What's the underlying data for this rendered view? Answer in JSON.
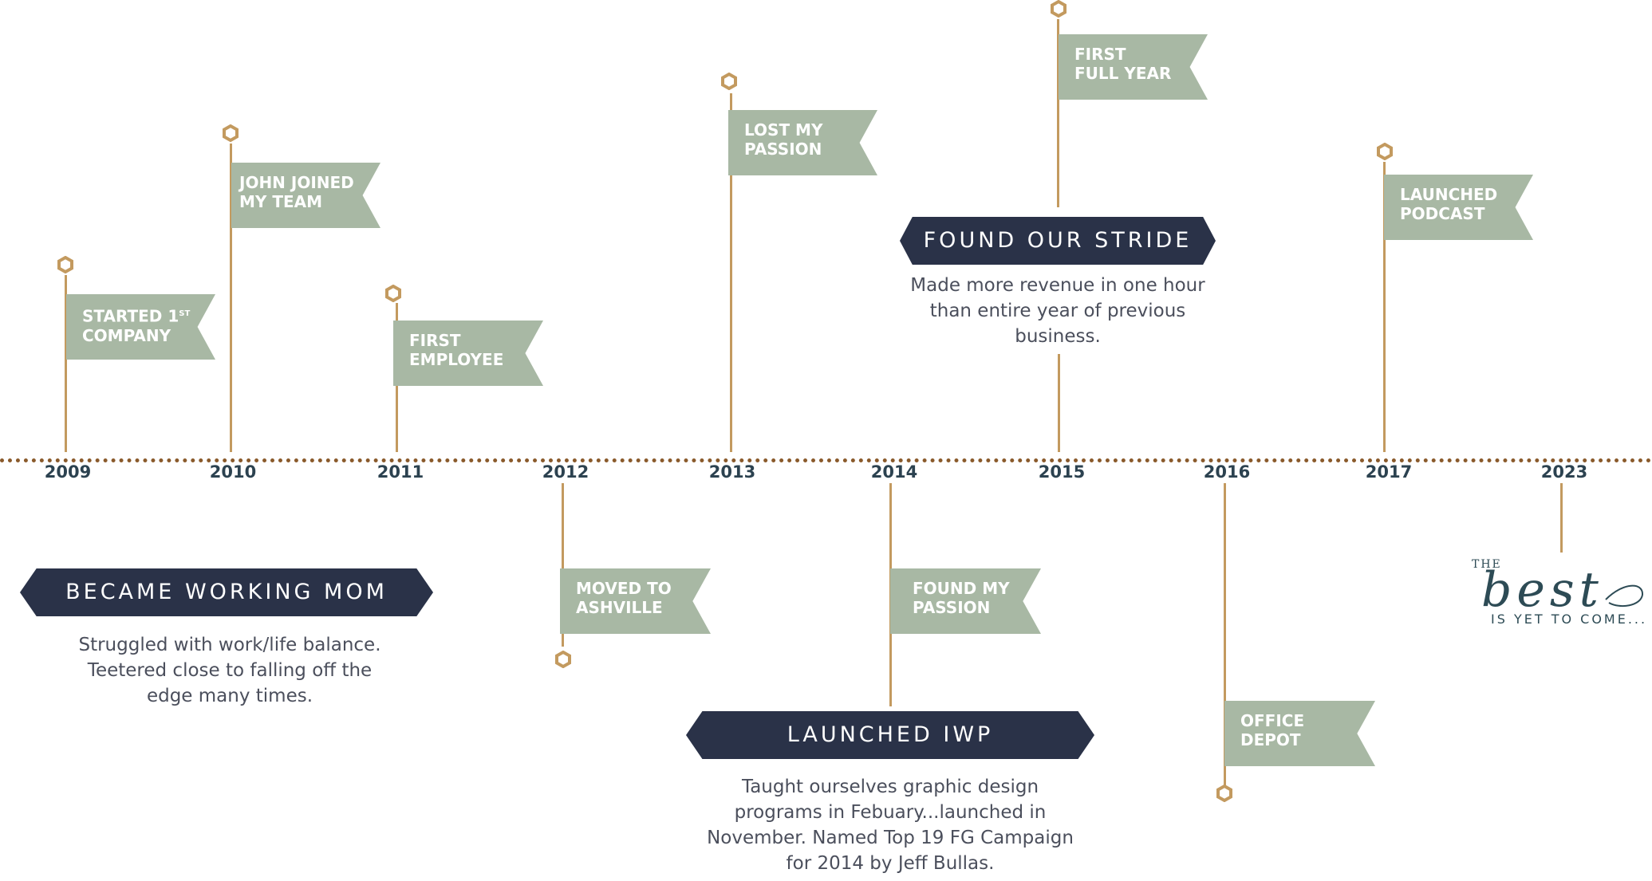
{
  "years": {
    "y2009": "2009",
    "y2010": "2010",
    "y2011": "2011",
    "y2012": "2012",
    "y2013": "2013",
    "y2014": "2014",
    "y2015": "2015",
    "y2016": "2016",
    "y2017": "2017",
    "y2023": "2023"
  },
  "flags": {
    "started_line1": "STARTED 1",
    "started_sup": "ST",
    "started_line2": "COMPANY",
    "john_line1": "JOHN JOINED",
    "john_line2": "MY TEAM",
    "first_emp_line1": "FIRST",
    "first_emp_line2": "EMPLOYEE",
    "lost_line1": "LOST MY",
    "lost_line2": "PASSION",
    "full_year_line1": "FIRST",
    "full_year_line2": "FULL YEAR",
    "podcast_line1": "LAUNCHED",
    "podcast_line2": "PODCAST",
    "moved_line1": "MOVED TO",
    "moved_line2": "ASHVILLE",
    "found_passion_line1": "FOUND MY",
    "found_passion_line2": "PASSION",
    "office_line1": "OFFICE",
    "office_line2": "DEPOT"
  },
  "banners": {
    "stride": "FOUND OUR STRIDE",
    "mom": "BECAME WORKING MOM",
    "iwp": "LAUNCHED IWP"
  },
  "descriptions": {
    "stride": [
      "Made more revenue in one hour",
      "than entire year of previous",
      "business."
    ],
    "mom": [
      "Struggled with work/life balance.",
      "Teetered close to falling off the",
      "edge many times."
    ],
    "iwp": [
      "Taught ourselves graphic design",
      "programs in Febuary...launched in",
      "November. Named Top 19 FG Campaign",
      "for 2014 by Jeff Bullas."
    ]
  },
  "logo": {
    "the": "THE",
    "best": "best",
    "tagline": "IS YET TO COME..."
  },
  "colors": {
    "axis": "#8a5a2b",
    "pole": "#c39a5f",
    "flag": "#a8b8a4",
    "banner": "#2a3248",
    "year_text": "#2c4250",
    "body_text": "#4b4f5c",
    "logo": "#2d4b55"
  },
  "icons": {
    "marker": "hexagon-ring-icon",
    "flag": "pennant-flag-icon"
  }
}
